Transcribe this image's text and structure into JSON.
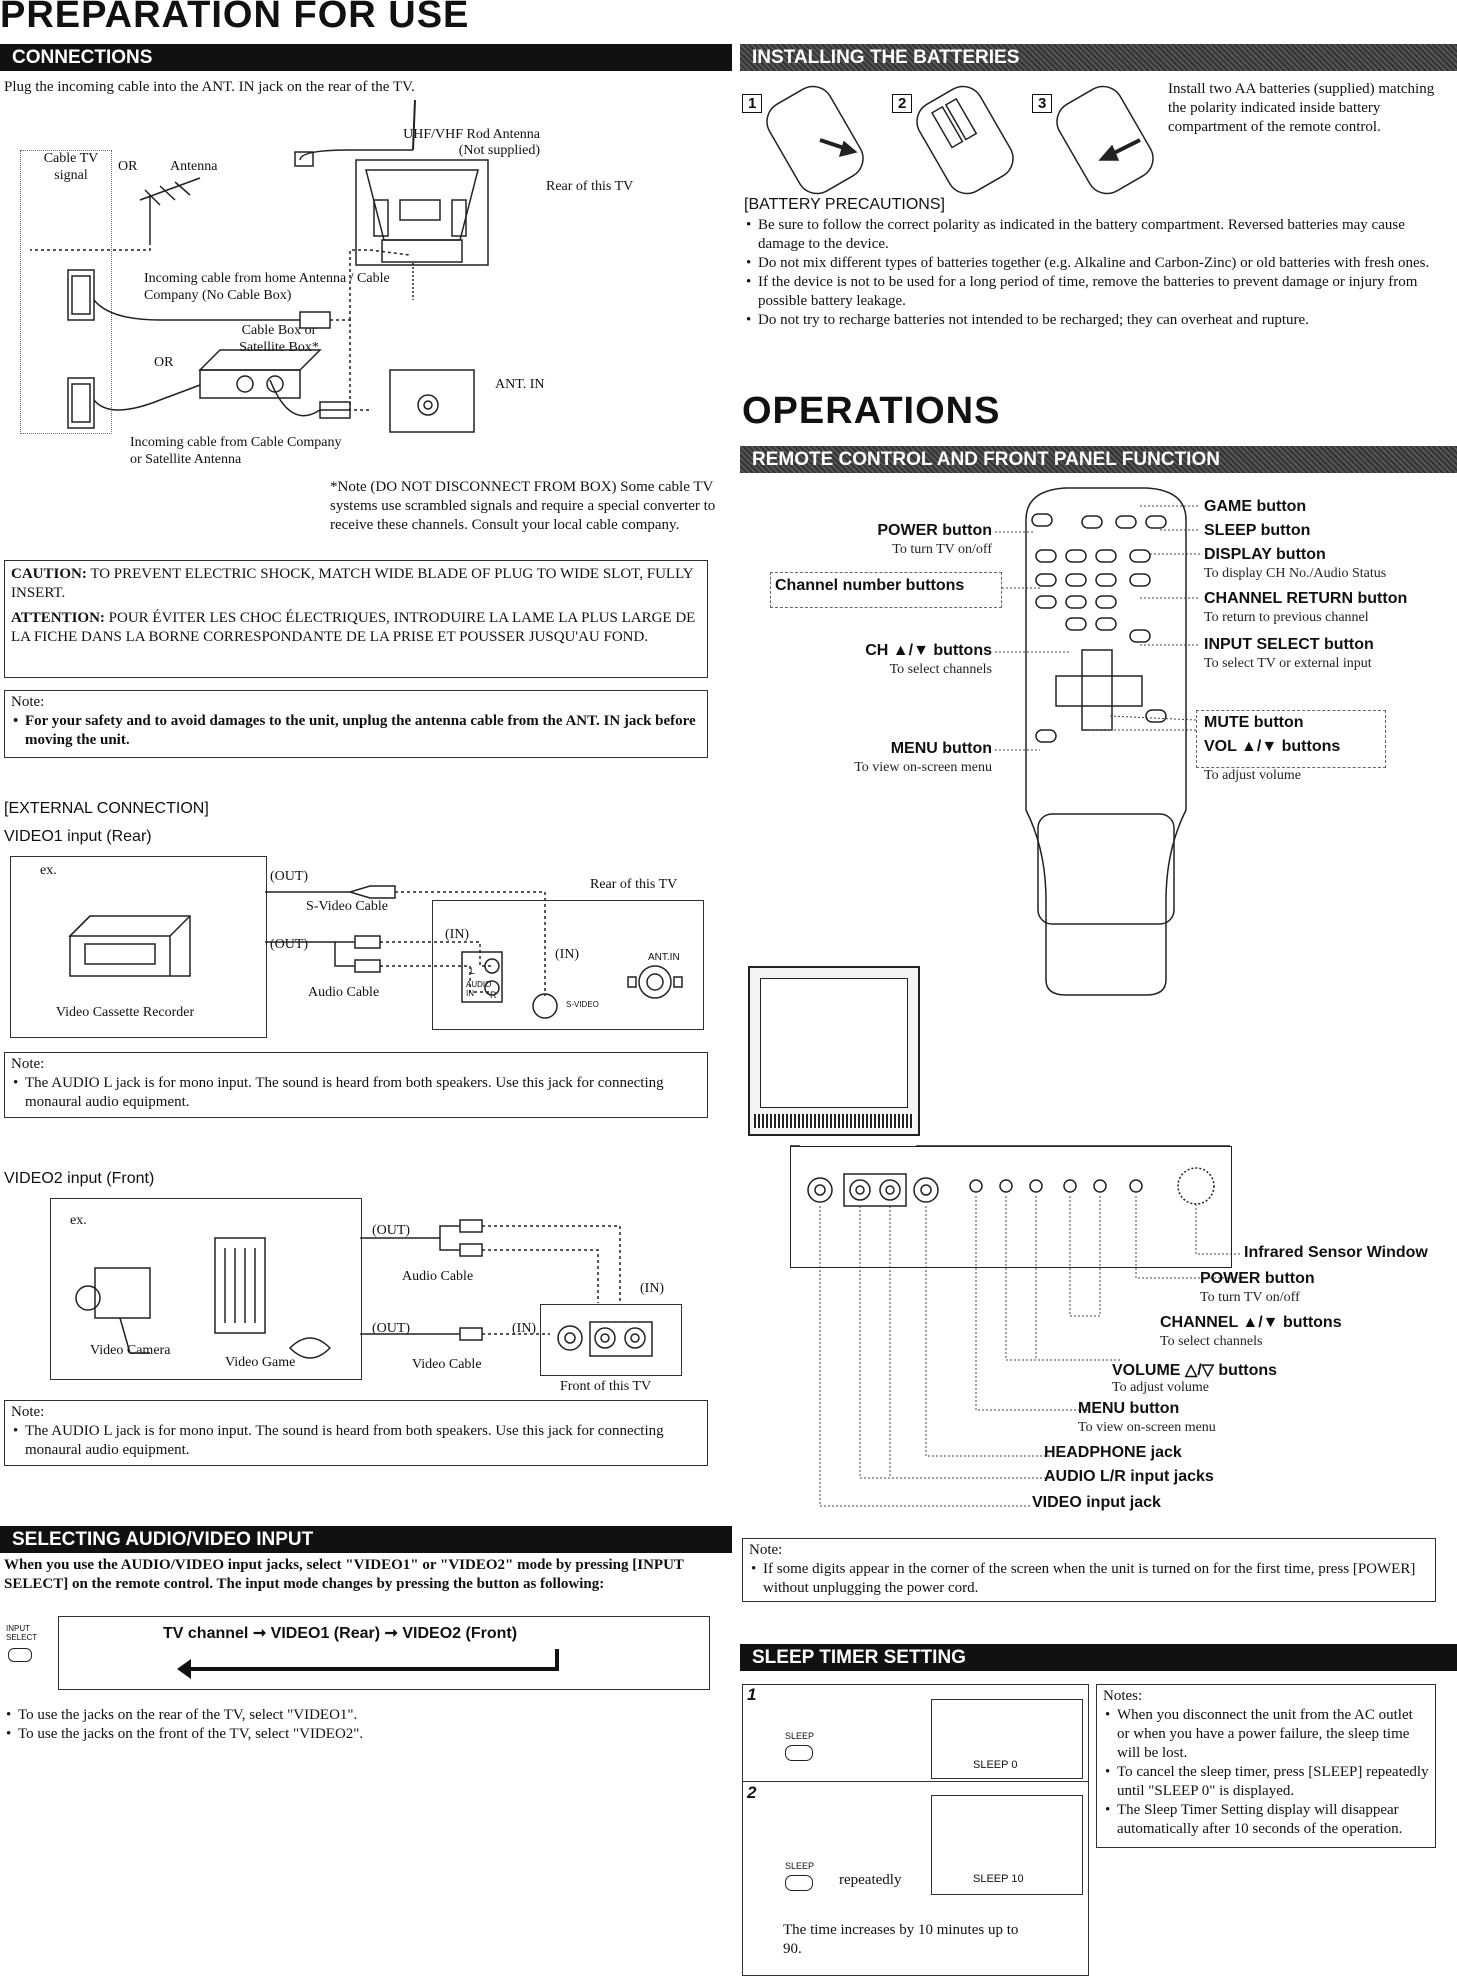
{
  "title": "PREPARATION FOR USE",
  "connections": {
    "header": "CONNECTIONS",
    "intro": "Plug the incoming cable into the ANT. IN jack on the rear of the TV.",
    "labels": {
      "cable_tv_signal": "Cable TV signal",
      "or1": "OR",
      "antenna": "Antenna",
      "uhf_vhf": "UHF/VHF Rod Antenna",
      "not_supplied": "(Not supplied)",
      "rear_tv": "Rear of this TV",
      "incoming_home": "Incoming cable from home Antenna / Cable Company (No Cable Box)",
      "cable_box": "Cable Box or Satellite Box*",
      "or2": "OR",
      "ant_in": "ANT. IN",
      "incoming_cable_company": "Incoming cable from Cable Company or Satellite Antenna"
    },
    "note_box": "*Note (DO NOT DISCONNECT FROM BOX) Some cable TV systems use scrambled signals and require a special converter to receive these channels. Consult your local cable company."
  },
  "caution": {
    "caution_label": "CAUTION:",
    "caution_text": "TO PREVENT ELECTRIC SHOCK, MATCH WIDE BLADE OF PLUG TO WIDE SLOT, FULLY INSERT.",
    "attention_label": "ATTENTION:",
    "attention_text": "POUR ÉVITER LES CHOC ÉLECTRIQUES, INTRODUIRE LA LAME LA PLUS LARGE DE LA FICHE DANS LA BORNE CORRESPONDANTE DE LA PRISE ET POUSSER JUSQU'AU FOND."
  },
  "note_safety": {
    "label": "Note:",
    "text": "For your safety and to avoid damages to the unit, unplug the antenna cable from the ANT. IN jack before moving the unit."
  },
  "external": {
    "header": "[EXTERNAL CONNECTION]",
    "video1_title": "VIDEO1 input (Rear)",
    "ex": "ex.",
    "out1": "(OUT)",
    "svideo_cable": "S-Video Cable",
    "out2": "(OUT)",
    "audio_cable": "Audio Cable",
    "in1": "(IN)",
    "in2": "(IN)",
    "rear_tv": "Rear of this TV",
    "ant_in": "ANT.IN",
    "audio_in": "AUDIO IN",
    "l": "L",
    "r": "R",
    "svideo": "S-VIDEO",
    "vcr": "Video Cassette Recorder",
    "note1_label": "Note:",
    "note1_text": "The AUDIO L jack is for mono input. The sound is heard from both speakers. Use this jack for connecting monaural audio equipment.",
    "video2_title": "VIDEO2 input (Front)",
    "ex2": "ex.",
    "out3": "(OUT)",
    "audio_cable2": "Audio Cable",
    "in3": "(IN)",
    "out4": "(OUT)",
    "in4": "(IN)",
    "video_cable": "Video Cable",
    "video_camera": "Video Camera",
    "video_game": "Video Game",
    "front_tv": "Front of this TV",
    "note2_label": "Note:",
    "note2_text": "The AUDIO L jack is for mono input. The sound is heard from both speakers. Use this jack for connecting monaural audio equipment."
  },
  "selecting": {
    "header": "SELECTING AUDIO/VIDEO INPUT",
    "instruction": "When you use the AUDIO/VIDEO input jacks, select \"VIDEO1\" or \"VIDEO2\" mode by pressing [INPUT SELECT] on the remote control. The input mode changes by pressing the button as following:",
    "input_select": "INPUT SELECT",
    "seq1": "TV channel",
    "seq2": "VIDEO1 (Rear)",
    "seq3": "VIDEO2 (Front)",
    "bullet1": "To use the jacks on the rear of the TV, select \"VIDEO1\".",
    "bullet2": "To use the jacks on the front of the TV, select \"VIDEO2\"."
  },
  "batteries": {
    "header": "INSTALLING THE BATTERIES",
    "step1": "1",
    "step2": "2",
    "step3": "3",
    "text": "Install two AA batteries (supplied) matching the polarity indicated inside battery compartment of the remote control.",
    "precautions_title": "[BATTERY PRECAUTIONS]",
    "p1": "Be sure to follow the correct polarity as indicated in the battery compartment. Reversed batteries may cause damage to the device.",
    "p2": "Do not mix different types of batteries together (e.g. Alkaline and Carbon-Zinc) or old batteries with fresh ones.",
    "p3": "If the device is not to be used for a long period of time, remove the batteries to prevent damage or injury from possible battery leakage.",
    "p4": "Do not try to recharge batteries not intended to be recharged; they can overheat and rupture."
  },
  "operations": {
    "title": "OPERATIONS",
    "header": "REMOTE CONTROL AND FRONT PANEL FUNCTION",
    "remote_left": {
      "power": "POWER button",
      "power_sub": "To turn TV on/off",
      "channel_num": "Channel number buttons",
      "ch": "CH ▲/▼ buttons",
      "ch_sub": "To select channels",
      "menu": "MENU button",
      "menu_sub": "To view on-screen menu"
    },
    "remote_right": {
      "game": "GAME button",
      "sleep": "SLEEP button",
      "display": "DISPLAY button",
      "display_sub": "To display CH No./Audio Status",
      "ch_return": "CHANNEL RETURN button",
      "ch_return_sub": "To return to previous channel",
      "input_select": "INPUT SELECT button",
      "input_select_sub": "To select TV or external input",
      "mute": "MUTE button",
      "vol": "VOL ▲/▼ buttons",
      "vol_sub": "To adjust volume"
    },
    "front_panel": {
      "ir": "Infrared Sensor Window",
      "power": "POWER button",
      "power_sub": "To turn TV on/off",
      "channel": "CHANNEL ▲/▼ buttons",
      "channel_sub": "To select channels",
      "volume": "VOLUME △/▽ buttons",
      "volume_sub": "To adjust volume",
      "menu": "MENU button",
      "menu_sub": "To view on-screen menu",
      "headphone": "HEADPHONE jack",
      "audio": "AUDIO L/R input jacks",
      "video": "VIDEO input jack"
    },
    "note_label": "Note:",
    "note_text": "If some digits appear in the corner of the screen when the unit is turned on for the first time, press [POWER] without unplugging the power cord."
  },
  "sleep": {
    "header": "SLEEP TIMER SETTING",
    "step1": "1",
    "step2": "2",
    "sleep_btn": "SLEEP",
    "screen1": "SLEEP 0",
    "repeatedly": "repeatedly",
    "screen2": "SLEEP 10",
    "caption": "The time increases by 10 minutes up to 90.",
    "notes_label": "Notes:",
    "n1": "When you disconnect the unit from the AC outlet or when you have a power failure, the sleep time will be lost.",
    "n2": "To cancel the sleep timer, press [SLEEP] repeatedly until \"SLEEP 0\" is displayed.",
    "n3": "The Sleep Timer Setting display will disappear automatically after 10 seconds of the operation."
  }
}
